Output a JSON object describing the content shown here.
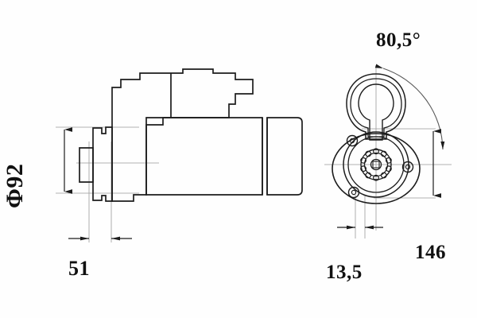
{
  "drawing": {
    "title": "Starter motor dimensional drawing",
    "background_color": "#fefefe",
    "line_color": "#1c1c1c",
    "thin_line_color": "#8e8e8e",
    "views": [
      {
        "name": "side-view",
        "description": "Starter motor side profile with mounting flange, drive end shaft, solenoid body and commutator end cap"
      },
      {
        "name": "end-view",
        "description": "Drive end face view showing pinion gear, housing bosses and solenoid outline"
      }
    ]
  },
  "dimensions": {
    "diameter": {
      "label": "Φ92",
      "value": 92,
      "unit": "mm",
      "orientation": "vertical",
      "view": "side-view"
    },
    "flange_length": {
      "label": "51",
      "value": 51,
      "unit": "mm",
      "orientation": "horizontal",
      "view": "side-view"
    },
    "angle": {
      "label": "80,5°",
      "value": 80.5,
      "unit": "degrees",
      "orientation": "arc",
      "view": "end-view"
    },
    "offset": {
      "label": "13,5",
      "value": 13.5,
      "unit": "mm",
      "orientation": "horizontal",
      "view": "end-view"
    },
    "height": {
      "label": "146",
      "value": 146,
      "unit": "mm",
      "orientation": "vertical",
      "view": "end-view"
    }
  }
}
